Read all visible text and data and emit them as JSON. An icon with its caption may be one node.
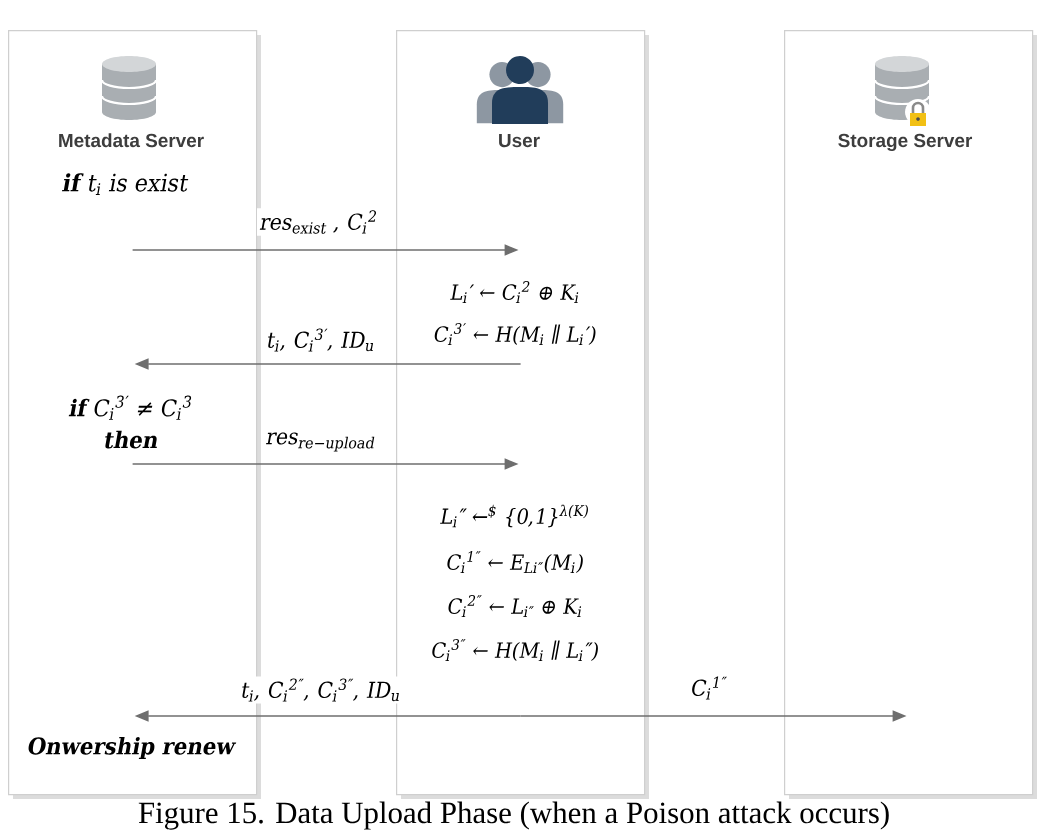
{
  "diagram": {
    "caption": "Figure 15. Data Upload Phase (when a Poison attack occurs)",
    "nodes": [
      {
        "text": [
          "Metadata Server",
          "**if** t$_{i}$ is exist",
          "**if** C$_{i}$$^{3′}$ ≠ C$_{i}$$^{3}$ **then**",
          "Onwership renew"
        ]
      },
      {
        "text": [
          "User",
          "L$_{i}$′ ← C$_{i}$$^{2}$ ⊕ K$_{i}$",
          "C$_{i}$$^{3′}$ ← H(M$_{i}$ ∥ L$_{i}$′)",
          "L$_{i}$″ ←$^{$}$ {0,1}$^{λ(K)}$",
          "C$_{i}$$^{1″}$ ← E$_{Li″}$(M$_{i}$)",
          "C$_{i}$$^{2″}$ ← L$_{i″}$ ⊕ K$_{i}$",
          "C$_{i}$$^{3″}$ ← H(M$_{i}$ ∥ L$_{i}$″)"
        ]
      },
      {
        "text": [
          "Storage Server"
        ]
      }
    ],
    "edges": [
      {
        "from": 0,
        "to": 1,
        "arrow": "to",
        "label": "res$_{exist}$ , C$_{i}$$^{2}$"
      },
      {
        "from": 1,
        "to": 0,
        "arrow": "to",
        "label": "t$_{i}$, C$_{i}$$^{3′}$, ID$_{u}$"
      },
      {
        "from": 0,
        "to": 1,
        "arrow": "to",
        "label": "res$_{re−upload}$"
      },
      {
        "from": 1,
        "to": 0,
        "arrow": "to",
        "label": "t$_{i}$, C$_{i}$$^{2″}$, C$_{i}$$^{3″}$, ID$_{u}$"
      },
      {
        "from": 1,
        "to": 2,
        "arrow": "to",
        "label": "C$_{i}$$^{1″}$"
      }
    ]
  }
}
